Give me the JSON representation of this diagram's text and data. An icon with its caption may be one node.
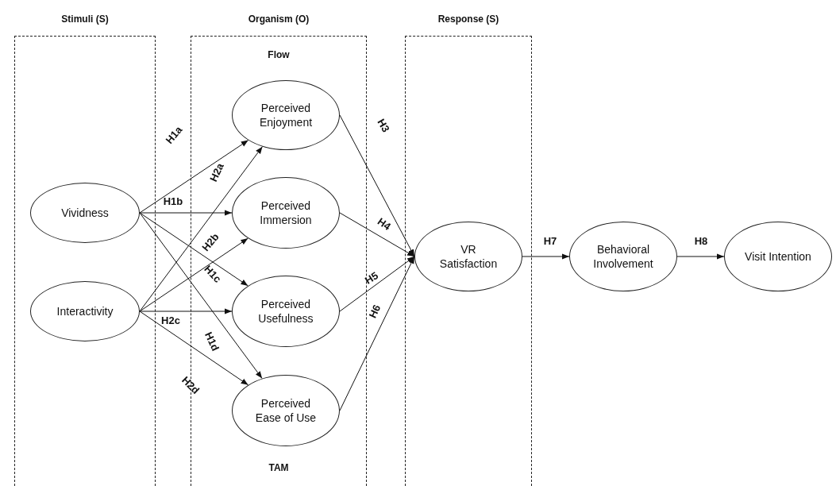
{
  "diagram": {
    "nodes": [
      {
        "text": [
          "Stimuli (S)"
        ]
      },
      {
        "text": [
          "Organism (O)",
          "Flow",
          "TAM"
        ]
      },
      {
        "text": [
          "Response (S)"
        ]
      },
      {
        "text": [
          "Vividness"
        ],
        "in": 0
      },
      {
        "text": [
          "Interactivity"
        ],
        "in": 0
      },
      {
        "text": [
          "Perceived Enjoyment"
        ],
        "in": 1
      },
      {
        "text": [
          "Perceived Immersion"
        ],
        "in": 1
      },
      {
        "text": [
          "Perceived Usefulness"
        ],
        "in": 1
      },
      {
        "text": [
          "Perceived Ease of Use"
        ],
        "in": 1
      },
      {
        "text": [
          "VR Satisfaction"
        ],
        "in": 2
      },
      {
        "text": [
          "Behavioral Involvement"
        ]
      },
      {
        "text": [
          "Visit Intention"
        ]
      }
    ],
    "edges": [
      {
        "from": 3,
        "to": 5,
        "arrow": "to",
        "label": "H1a"
      },
      {
        "from": 3,
        "to": 6,
        "arrow": "to",
        "label": "H1b"
      },
      {
        "from": 3,
        "to": 7,
        "arrow": "to",
        "label": "H1c"
      },
      {
        "from": 3,
        "to": 8,
        "arrow": "to",
        "label": "H1d"
      },
      {
        "from": 4,
        "to": 5,
        "arrow": "to",
        "label": "H2a"
      },
      {
        "from": 4,
        "to": 6,
        "arrow": "to",
        "label": "H2b"
      },
      {
        "from": 4,
        "to": 7,
        "arrow": "to",
        "label": "H2c"
      },
      {
        "from": 4,
        "to": 8,
        "arrow": "to",
        "label": "H2d"
      },
      {
        "from": 5,
        "to": 9,
        "arrow": "to",
        "label": "H3"
      },
      {
        "from": 6,
        "to": 9,
        "arrow": "to",
        "label": "H4"
      },
      {
        "from": 7,
        "to": 9,
        "arrow": "to",
        "label": "H5"
      },
      {
        "from": 8,
        "to": 9,
        "arrow": "to",
        "label": "H6"
      },
      {
        "from": 9,
        "to": 10,
        "arrow": "to",
        "label": "H7"
      },
      {
        "from": 10,
        "to": 11,
        "arrow": "to",
        "label": "H8"
      }
    ]
  }
}
